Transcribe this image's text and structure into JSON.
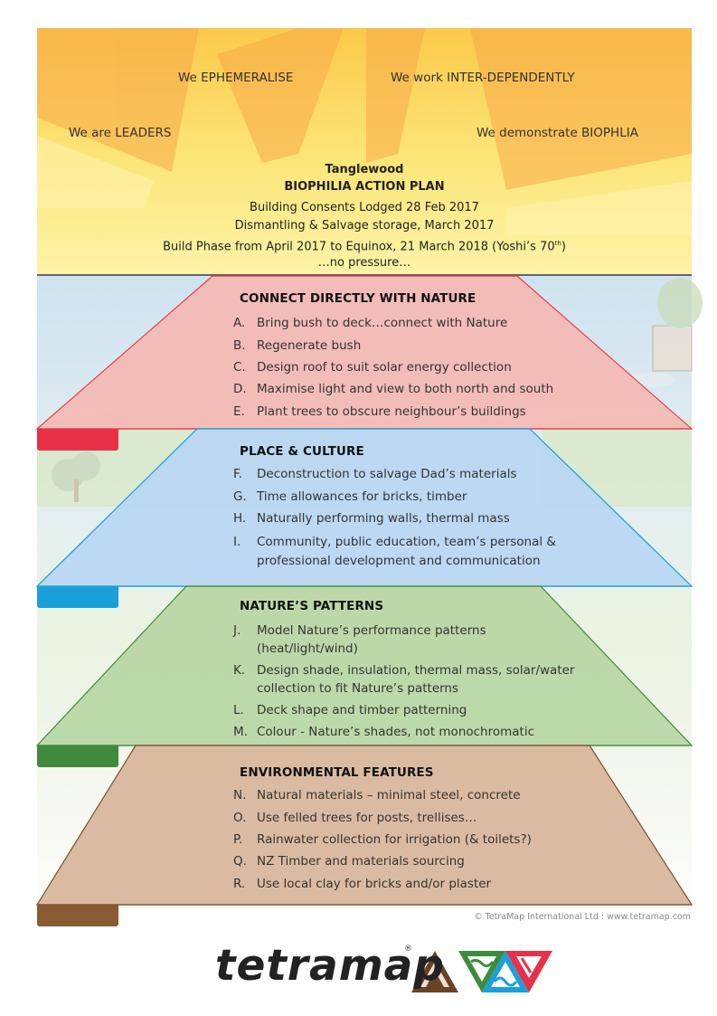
{
  "themes": {
    "ephemeralise": "We EPHEMERALISE",
    "interdependently": "We work INTER-DEPENDENTLY",
    "leaders": "We are LEADERS",
    "biophlia": "We demonstrate BIOPHLIA"
  },
  "header": {
    "title": "Tanglewood",
    "subtitle": "BIOPHILIA ACTION PLAN",
    "lines": [
      "Building Consents Lodged 28 Feb 2017",
      "Dismantling & Salvage storage, March 2017",
      "Build Phase from April 2017 to Equinox, 21 March 2018 (Yoshi’s 70",
      "…no pressure…"
    ],
    "sup": "th",
    "line3_close": ")"
  },
  "sections": [
    {
      "title": "CONNECT DIRECTLY WITH NATURE",
      "color": "#f4b8b4",
      "edge": "#e8404a",
      "tab": "#e83048",
      "items": [
        {
          "k": "A.",
          "t": "Bring bush to deck…connect with Nature"
        },
        {
          "k": "B.",
          "t": "Regenerate bush"
        },
        {
          "k": "C.",
          "t": "Design roof to suit solar energy collection"
        },
        {
          "k": "D.",
          "t": "Maximise light and view to both north and south"
        },
        {
          "k": "E.",
          "t": "Plant trees to obscure neighbour’s buildings"
        }
      ]
    },
    {
      "title": "PLACE & CULTURE",
      "color": "#b9d6f2",
      "edge": "#1a9fd9",
      "tab": "#1a9fd9",
      "items": [
        {
          "k": "F.",
          "t": "Deconstruction to salvage Dad’s materials"
        },
        {
          "k": "G.",
          "t": "Time allowances for bricks, timber"
        },
        {
          "k": "H.",
          "t": "Naturally performing walls, thermal mass"
        },
        {
          "k": "I.",
          "t": "Community, public education, team’s personal &",
          "t2": "professional development and communication"
        }
      ]
    },
    {
      "title": "NATURE’S PATTERNS",
      "color": "#b7d6a4",
      "edge": "#3f8a3c",
      "tab": "#3f8a3c",
      "items": [
        {
          "k": "J.",
          "t": "Model Nature’s performance patterns",
          "t2": "(heat/light/wind)"
        },
        {
          "k": "K.",
          "t": "Design shade, insulation, thermal mass, solar/water",
          "t2": "collection to fit Nature’s patterns"
        },
        {
          "k": "L.",
          "t": "Deck shape and timber patterning"
        },
        {
          "k": "M.",
          "t": "Colour - Nature’s shades, not monochromatic"
        }
      ]
    },
    {
      "title": "ENVIRONMENTAL FEATURES",
      "color": "#d8b79c",
      "edge": "#7a5030",
      "tab": "#7a5030",
      "items": [
        {
          "k": "N.",
          "t": "Natural materials – minimal steel, concrete"
        },
        {
          "k": "O.",
          "t": "Use felled trees for posts, trellises…"
        },
        {
          "k": "P.",
          "t": "Rainwater collection for irrigation (& toilets?)"
        },
        {
          "k": "Q.",
          "t": "NZ Timber and materials sourcing"
        },
        {
          "k": "R.",
          "t": "Use local clay for bricks and/or plaster"
        }
      ]
    }
  ],
  "copyright": "© TetraMap International Ltd : www.tetramap.com",
  "logo": {
    "text": "tetramap",
    "reg": "®"
  }
}
